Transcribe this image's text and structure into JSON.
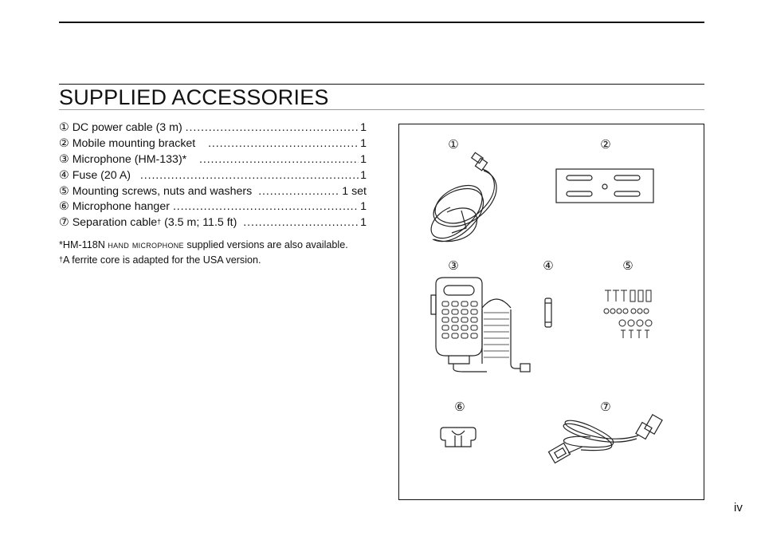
{
  "header": {
    "title": "SUPPLIED ACCESSORIES"
  },
  "accessories": [
    {
      "marker": "①",
      "label": "DC power cable (3 m)",
      "qty": "1"
    },
    {
      "marker": "②",
      "label": "Mobile mounting bracket",
      "qty": "1"
    },
    {
      "marker": "③",
      "label": "Microphone (HM-133)*",
      "qty": "1"
    },
    {
      "marker": "④",
      "label": "Fuse (20 A)",
      "qty": "1"
    },
    {
      "marker": "⑤",
      "label": "Mounting screws, nuts and washers",
      "qty": "1 set"
    },
    {
      "marker": "⑥",
      "label": "Microphone hanger",
      "qty": "1"
    },
    {
      "marker": "⑦",
      "label": "Separation cable",
      "label_sup": "†",
      "label_after": " (3.5 m; 11.5 ft)",
      "qty": "1"
    }
  ],
  "leader": "..................................................................................",
  "notes": {
    "note1_prefix": "*HM-118N ",
    "note1_smallcaps": "HAND MICROPHONE",
    "note1_suffix": " supplied versions are also available.",
    "note2_sup": "†",
    "note2_text": "A ferrite core is adapted for the USA version."
  },
  "figure": {
    "labels": [
      "①",
      "②",
      "③",
      "④",
      "⑤",
      "⑥",
      "⑦"
    ]
  },
  "footer": {
    "page_number": "iv"
  }
}
